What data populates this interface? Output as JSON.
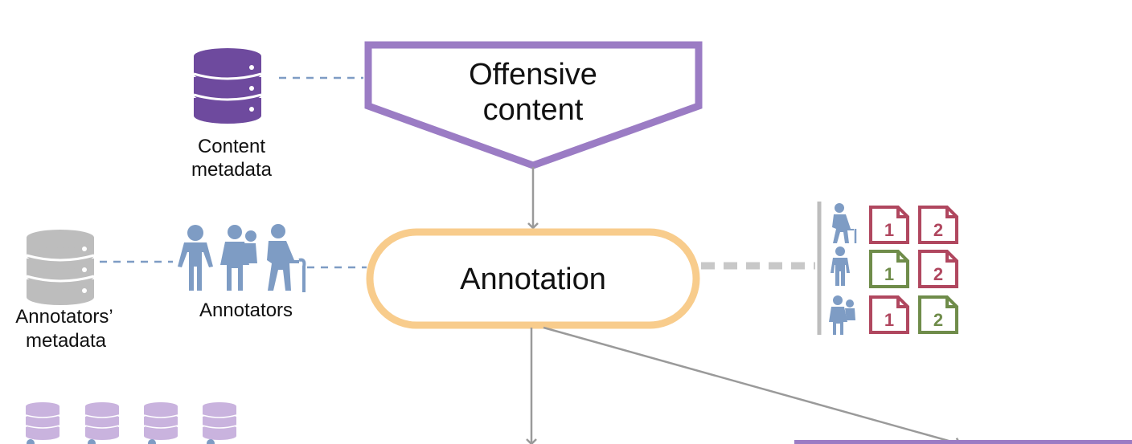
{
  "nodes": {
    "offensive_content": {
      "line1": "Offensive",
      "line2": "content"
    },
    "annotation": {
      "label": "Annotation"
    }
  },
  "labels": {
    "content_metadata": {
      "line1": "Content",
      "line2": "metadata"
    },
    "annotators": "Annotators",
    "annotators_metadata": {
      "line1": "Annotators’",
      "line2": "metadata"
    }
  },
  "annotation_matrix": {
    "rows": [
      {
        "annotator_icon": "elderly-person-icon",
        "docs": [
          {
            "num": "1",
            "color": "#b0475f"
          },
          {
            "num": "2",
            "color": "#b0475f"
          }
        ]
      },
      {
        "annotator_icon": "person-icon",
        "docs": [
          {
            "num": "1",
            "color": "#6f8c4a"
          },
          {
            "num": "2",
            "color": "#b0475f"
          }
        ]
      },
      {
        "annotator_icon": "parent-with-child-icon",
        "docs": [
          {
            "num": "1",
            "color": "#b0475f"
          },
          {
            "num": "2",
            "color": "#6f8c4a"
          }
        ]
      }
    ]
  },
  "colors": {
    "purple_db": "#6e4a9e",
    "grey_db": "#bdbdbd",
    "light_purple_db": "#c9b3de",
    "people_blue": "#7e9cc4",
    "offensive_border": "#9b7cc4",
    "annotation_border": "#f8cc8c",
    "arrow_grey": "#9a9a9a",
    "dash_blue": "#7e9cc4"
  }
}
